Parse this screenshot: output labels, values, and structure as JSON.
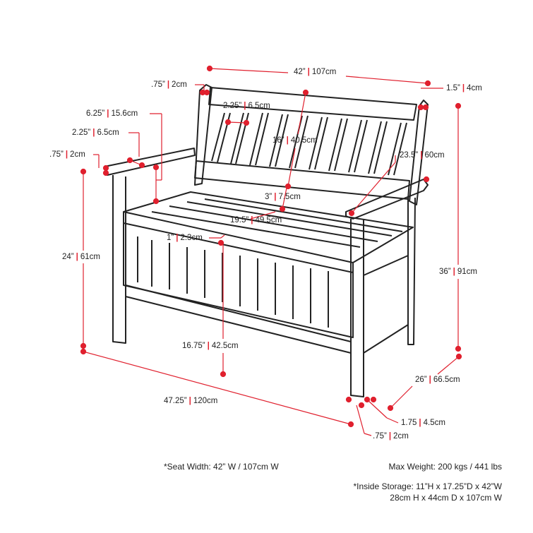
{
  "colors": {
    "dimension": "#e0202e",
    "outline": "#222222"
  },
  "dimensions": {
    "overall_back_width": {
      "in": "42”",
      "cm": "107cm"
    },
    "back_post_thickness": {
      "in": ".75”",
      "cm": "2cm"
    },
    "back_slat_width": {
      "in": "2.25”",
      "cm": "6.5cm"
    },
    "back_post_width": {
      "in": "1.5”",
      "cm": "4cm"
    },
    "arm_height_above_seat": {
      "in": "6.25”",
      "cm": "15.6cm"
    },
    "arm_width": {
      "in": "2.25”",
      "cm": "6.5cm"
    },
    "arm_thickness": {
      "in": ".75”",
      "cm": "2cm"
    },
    "back_height": {
      "in": "16”",
      "cm": "40.5cm"
    },
    "arm_length": {
      "in": "23.5”",
      "cm": "60cm"
    },
    "back_gap": {
      "in": "3”",
      "cm": "7.5cm"
    },
    "seat_depth": {
      "in": "19.5”",
      "cm": "49.5cm"
    },
    "seat_thickness": {
      "in": "1”",
      "cm": "2.3cm"
    },
    "arm_height": {
      "in": "24”",
      "cm": "61cm"
    },
    "overall_height": {
      "in": "36”",
      "cm": "91cm"
    },
    "seat_height": {
      "in": "16.75”",
      "cm": "42.5cm"
    },
    "overall_depth": {
      "in": "26”",
      "cm": "66.5cm"
    },
    "overall_width": {
      "in": "47.25”",
      "cm": "120cm"
    },
    "leg_width": {
      "in": "1.75",
      "cm": "4.5cm"
    },
    "leg_thickness": {
      "in": ".75”",
      "cm": "2cm"
    }
  },
  "notes": {
    "seat_width": "*Seat Width: 42” W / 107cm W",
    "max_weight": "Max Weight: 200 kgs / 441 lbs",
    "inside_storage_in": "*Inside Storage: 11”H x 17.25”D x 42”W",
    "inside_storage_cm": "28cm H x 44cm D x 107cm W"
  }
}
